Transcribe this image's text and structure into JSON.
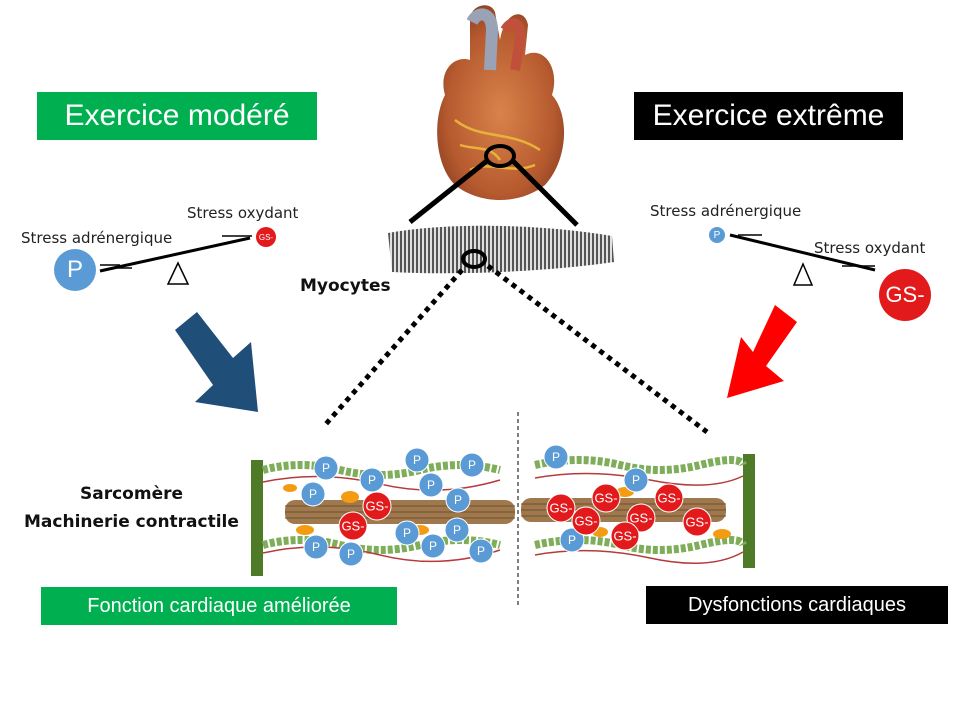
{
  "left": {
    "title": "Exercice modéré",
    "title_color": "#00b050",
    "balance": {
      "adrenergic": "Stress adrénergique",
      "oxidative": "Stress oxydant",
      "p_symbol": "P",
      "gs_symbol": "GS-"
    },
    "result": "Fonction cardiaque améliorée",
    "arrow_color": "#1f4e79"
  },
  "right": {
    "title": "Exercice extrême",
    "title_color": "#000000",
    "balance": {
      "adrenergic": "Stress adrénergique",
      "oxidative": "Stress oxydant",
      "p_symbol": "P",
      "gs_symbol": "GS-"
    },
    "result": "Dysfonctions cardiaques",
    "arrow_color": "#ff0000"
  },
  "center": {
    "myocytes": "Myocytes",
    "sarcomere_line1": "Sarcomère",
    "sarcomere_line2": "Machinerie contractile",
    "p_symbol": "P",
    "gs_symbol": "GS-"
  },
  "colors": {
    "p_fill": "#5b9bd5",
    "gs_fill": "#e31a1c",
    "z_disc": "#4f7a28"
  }
}
